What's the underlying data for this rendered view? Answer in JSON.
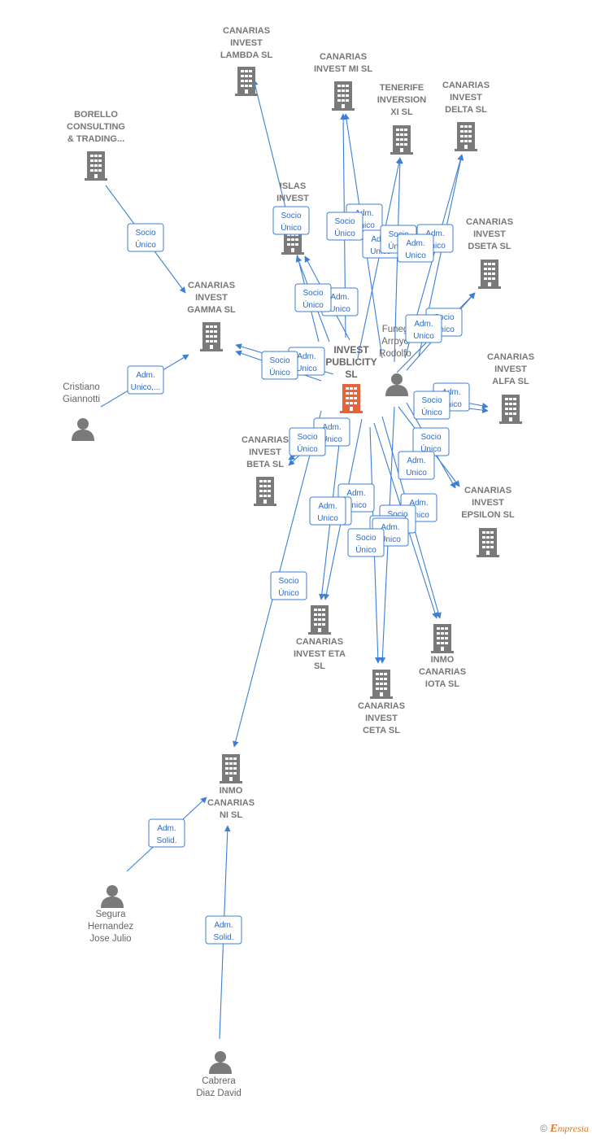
{
  "colors": {
    "edge": "#3d7fd6",
    "company": "#7a7a7a",
    "main_company": "#e8633a",
    "person": "#7a7a7a"
  },
  "main": {
    "label": [
      "INVEST",
      "PUBLICITY",
      "SL"
    ]
  },
  "companies": [
    {
      "id": "lambda",
      "label": [
        "CANARIAS",
        "INVEST",
        "LAMBDA  SL"
      ]
    },
    {
      "id": "mi",
      "label": [
        "CANARIAS",
        "INVEST MI  SL"
      ]
    },
    {
      "id": "tenerife",
      "label": [
        "TENERIFE",
        "INVERSION",
        "XI  SL"
      ]
    },
    {
      "id": "delta",
      "label": [
        "CANARIAS",
        "INVEST",
        "DELTA  SL"
      ]
    },
    {
      "id": "borello",
      "label": [
        "BORELLO",
        "CONSULTING",
        "& TRADING..."
      ]
    },
    {
      "id": "islas",
      "label": [
        "ISLAS",
        "INVEST",
        "K       L"
      ]
    },
    {
      "id": "dseta",
      "label": [
        "CANARIAS",
        "INVEST",
        "DSETA  SL"
      ]
    },
    {
      "id": "gamma",
      "label": [
        "CANARIAS",
        "INVEST",
        "GAMMA  SL"
      ]
    },
    {
      "id": "alfa",
      "label": [
        "CANARIAS",
        "INVEST",
        "ALFA  SL"
      ]
    },
    {
      "id": "beta",
      "label": [
        "CANARIAS",
        "INVEST",
        "BETA  SL"
      ]
    },
    {
      "id": "epsilon",
      "label": [
        "CANARIAS",
        "INVEST",
        "EPSILON  SL"
      ]
    },
    {
      "id": "eta",
      "label": [
        "CANARIAS",
        "INVEST ETA",
        "SL"
      ]
    },
    {
      "id": "iota",
      "label": [
        "INMO",
        "CANARIAS",
        "IOTA  SL"
      ]
    },
    {
      "id": "ceta",
      "label": [
        "CANARIAS",
        "INVEST",
        "CETA  SL"
      ]
    },
    {
      "id": "ni",
      "label": [
        "INMO",
        "CANARIAS",
        "NI  SL"
      ]
    }
  ],
  "people": [
    {
      "id": "funeg",
      "label": [
        "Funeg",
        "Arroyo",
        "Rodolfo"
      ]
    },
    {
      "id": "cristiano",
      "label": [
        "Cristiano",
        "Giannotti"
      ]
    },
    {
      "id": "segura",
      "label": [
        "Segura",
        "Hernandez",
        "Jose Julio"
      ]
    },
    {
      "id": "cabrera",
      "label": [
        "Cabrera",
        "Diaz David"
      ]
    }
  ],
  "edge_labels": [
    [
      "Socio",
      "Único"
    ],
    [
      "Adm.",
      "Unico,..."
    ],
    [
      "Socio",
      "Único"
    ],
    [
      "Adm.",
      "Unico"
    ],
    [
      "Socio",
      "Único"
    ],
    [
      "Adm.",
      "Unico"
    ],
    [
      "Socio",
      "Único"
    ],
    [
      "Adm.",
      "Unico"
    ],
    [
      "Socio",
      "Único"
    ],
    [
      "Adm.",
      "Unico"
    ],
    [
      "Adm.",
      "Unico"
    ],
    [
      "Socio",
      "Único"
    ],
    [
      "Adm.",
      "Unico"
    ],
    [
      "Socio",
      "Único"
    ],
    [
      "Adm.",
      "Unico"
    ],
    [
      "Adm.",
      "Unico"
    ],
    [
      "Socio",
      "Único"
    ],
    [
      "Adm.",
      "Unico"
    ],
    [
      "Socio",
      "Único"
    ],
    [
      "Socio",
      "Único"
    ],
    [
      "Adm.",
      "Unico"
    ],
    [
      "Adm.",
      "Unico"
    ],
    [
      "Socio",
      "Único"
    ],
    [
      "Adm.",
      "Unico"
    ],
    [
      "Socio",
      "Único"
    ],
    [
      "Adm.",
      "Unico"
    ],
    [
      "Adm.",
      "Unico"
    ],
    [
      "Socio",
      "Único"
    ],
    [
      "Adm.",
      "Unico"
    ],
    [
      "Socio",
      "Único"
    ],
    [
      "Adm.",
      "Solid."
    ],
    [
      "Adm.",
      "Solid."
    ]
  ],
  "footer": {
    "copyright": "©",
    "brand_initial": "E",
    "brand_rest": "mpresia"
  }
}
